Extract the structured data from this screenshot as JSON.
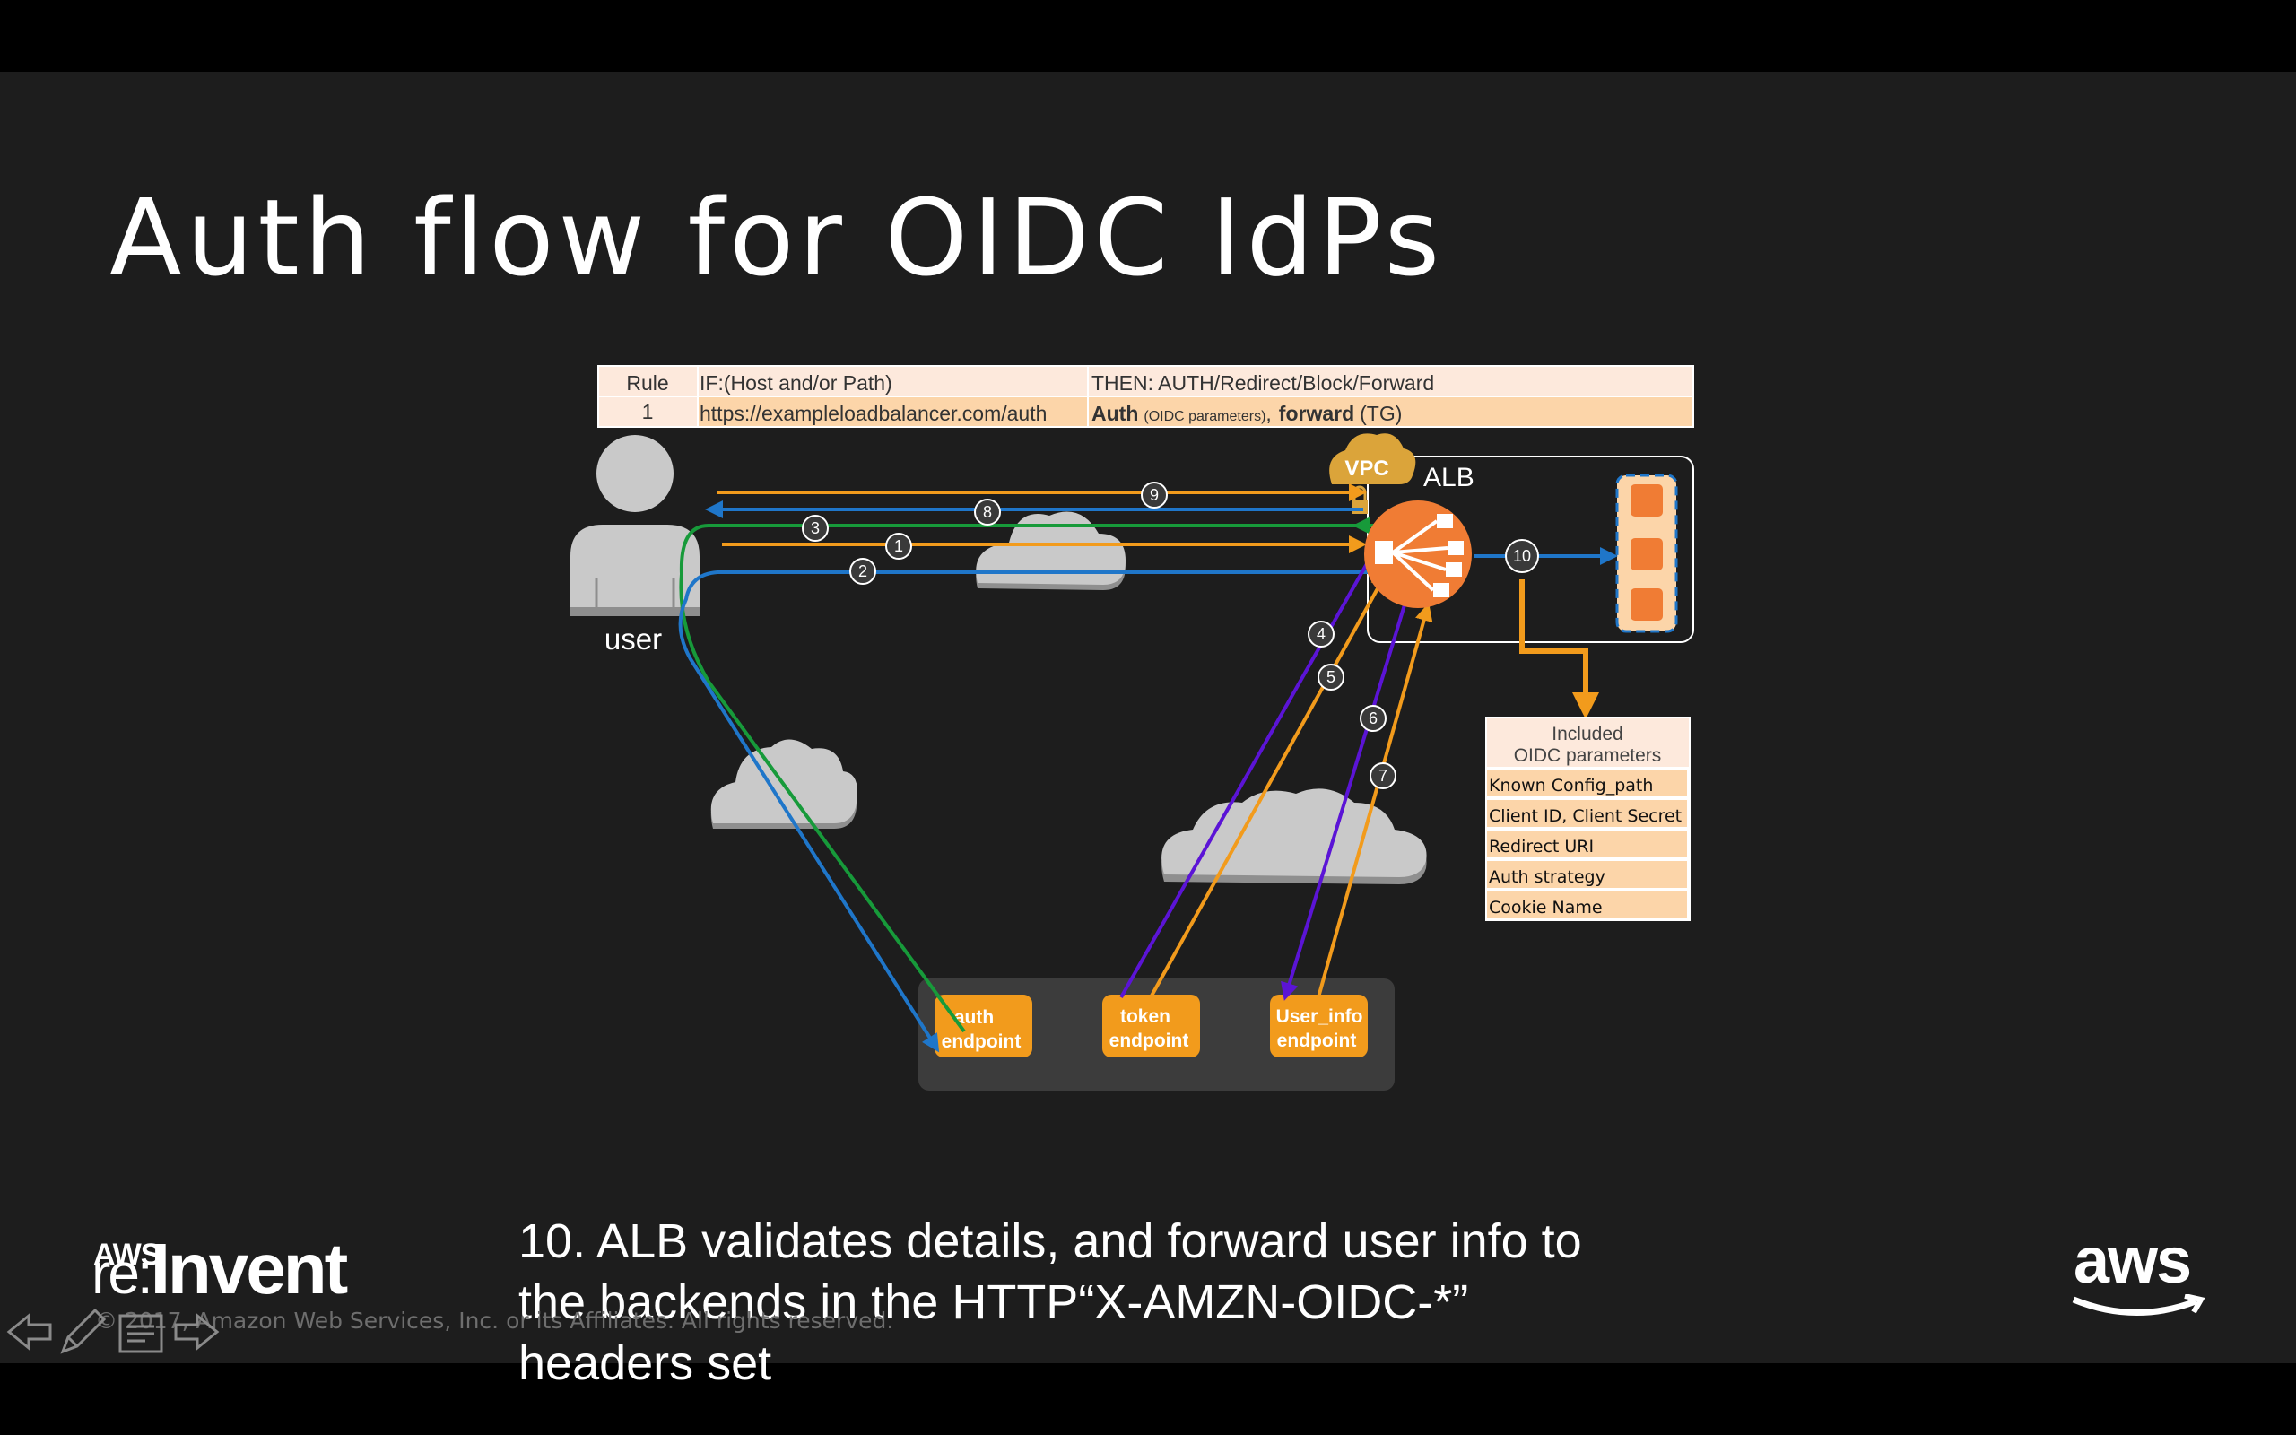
{
  "slide": {
    "title": "Auth flow for OIDC IdPs",
    "caption": "10. ALB validates details, and forward user info to the backends in the HTTP“X-AMZN-OIDC-*” headers set",
    "copyright": "© 2017, Amazon Web Services, Inc. or its Affiliates. All rights reserved.",
    "brand_small": "AWS",
    "brand_re": "re:",
    "brand_invent": "Invent",
    "aws_logo": "aws"
  },
  "rule_table": {
    "headers": [
      "Rule",
      "IF:(Host and/or Path)",
      "THEN: AUTH/Redirect/Block/Forward"
    ],
    "row": {
      "rule": "1",
      "condition": "https://exampleloadbalancer.com/auth",
      "action_auth": "Auth",
      "action_oidc": "(OIDC parameters)",
      "action_sep": ",",
      "action_forward": "forward",
      "action_tg": "(TG)"
    }
  },
  "diagram": {
    "user_label": "user",
    "vpc_label": "VPC",
    "alb_label": "ALB",
    "endpoints": {
      "auth_line1": "auth",
      "auth_line2": "endpoint",
      "token_line1": "token",
      "token_line2": "endpoint",
      "userinfo_line1": "User_info",
      "userinfo_line2": "endpoint"
    },
    "steps": [
      "1",
      "2",
      "3",
      "4",
      "5",
      "6",
      "7",
      "8",
      "9",
      "10"
    ],
    "oidc_params": {
      "title_line1": "Included",
      "title_line2": "OIDC parameters",
      "items": [
        "Known Config_path",
        "Client ID,  Client Secret",
        "Redirect URI",
        "Auth strategy",
        "Cookie Name"
      ]
    }
  },
  "colors": {
    "orange": "#f29b1c",
    "blue": "#1f76c9",
    "green": "#179a3a",
    "purple": "#5b14d6",
    "alb_orange": "#f07c34",
    "table_peach": "#fcd5a9",
    "table_light": "#fde9dc",
    "slide_bg": "#1d1d1d"
  },
  "icons": [
    "user-icon",
    "cloud-icon",
    "vpc-cloud-icon",
    "alb-icon",
    "target-instance-icon",
    "back-nav-icon",
    "pen-icon",
    "notes-icon",
    "forward-nav-icon"
  ]
}
